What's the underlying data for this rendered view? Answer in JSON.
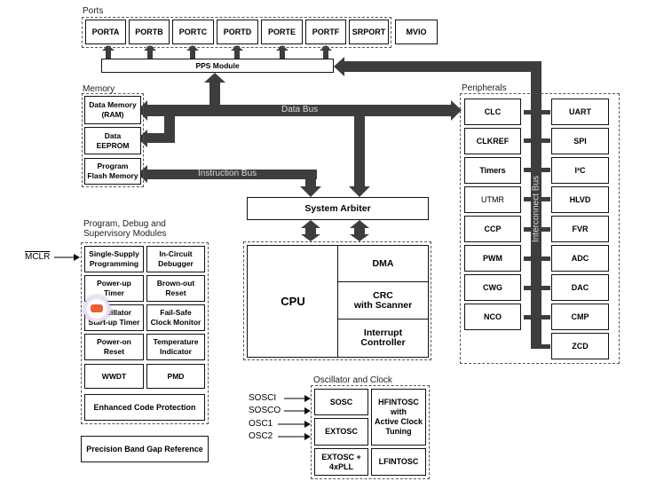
{
  "ports": {
    "label": "Ports",
    "items": [
      "PORTA",
      "PORTB",
      "PORTC",
      "PORTD",
      "PORTE",
      "PORTF",
      "SRPORT"
    ],
    "mvio": "MVIO",
    "pps": "PPS Module"
  },
  "memory": {
    "label": "Memory",
    "items": [
      "Data Memory\n(RAM)",
      "Data\nEEPROM",
      "Program\nFlash Memory"
    ]
  },
  "buses": {
    "data_bus": "Data Bus",
    "instruction_bus": "Instruction Bus",
    "interconnect_bus": "Interconnect Bus"
  },
  "system_arbiter": "System Arbiter",
  "core": {
    "cpu": "CPU",
    "dma": "DMA",
    "crc": "CRC\nwith Scanner",
    "interrupt": "Interrupt\nController"
  },
  "peripherals": {
    "label": "Peripherals",
    "left": [
      "CLC",
      "CLKREF",
      "Timers",
      "UTMR",
      "CCP",
      "PWM",
      "CWG",
      "NCO"
    ],
    "right": [
      "UART",
      "SPI",
      "I²C",
      "HLVD",
      "FVR",
      "ADC",
      "DAC",
      "CMP",
      "ZCD"
    ]
  },
  "supervisory": {
    "label": "Program, Debug and\nSupervisory Modules",
    "mclr": "MCLR",
    "items": [
      "Single-Supply\nProgramming",
      "In-Circuit\nDebugger",
      "Power-up\nTimer",
      "Brown-out\nReset",
      "Oscillator\nStart-up Timer",
      "Fail-Safe\nClock Monitor",
      "Power-on\nReset",
      "Temperature\nIndicator",
      "WWDT",
      "PMD"
    ],
    "ecp": "Enhanced Code Protection"
  },
  "bandgap": "Precision Band Gap Reference",
  "oscillator": {
    "label": "Oscillator and Clock",
    "pins": [
      "SOSCI",
      "SOSCO",
      "OSC1",
      "OSC2"
    ],
    "sosc": "SOSC",
    "extosc": "EXTOSC",
    "extosc_pll": "EXTOSC +\n4xPLL",
    "hfintosc": "HFINTOSC\nwith\nActive Clock\nTuning",
    "lfintosc": "LFINTOSC"
  },
  "colors": {
    "bus": "#3d3d3d",
    "border": "#111111"
  }
}
